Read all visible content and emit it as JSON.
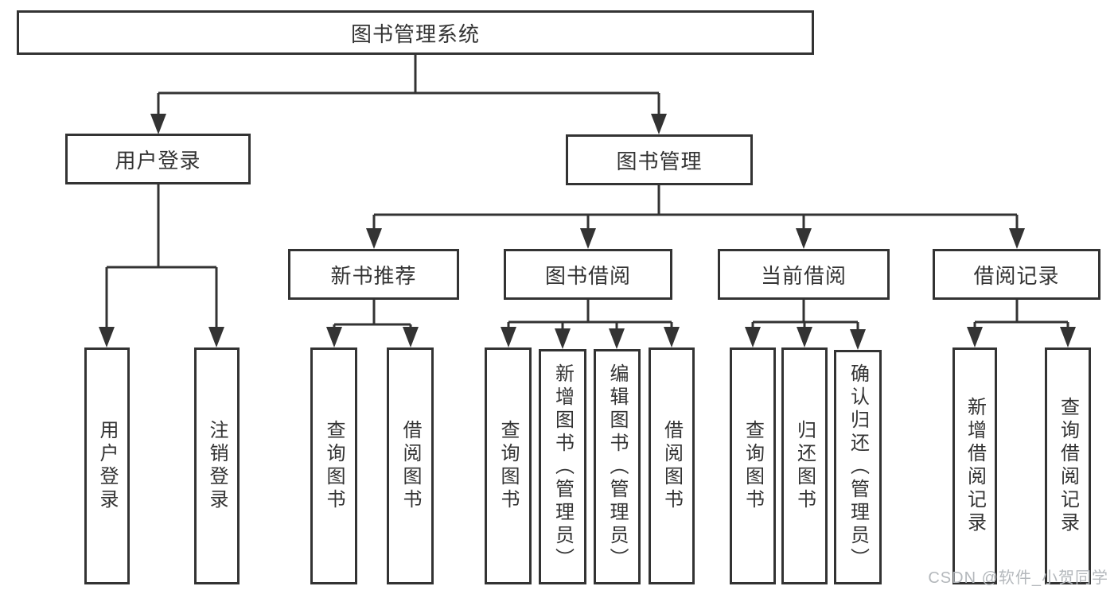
{
  "nodes": {
    "root": "图书管理系统",
    "user_login": "用户登录",
    "book_management": "图书管理",
    "new_book_recommendation": "新书推荐",
    "book_borrowing": "图书借阅",
    "current_borrowing": "当前借阅",
    "borrowing_records": "借阅记录"
  },
  "leaves": [
    {
      "label": "用户登录"
    },
    {
      "label": "注销登录"
    },
    {
      "label": "查询图书"
    },
    {
      "label": "借阅图书"
    },
    {
      "label": "查询图书"
    },
    {
      "label": "新增图书（管理员）"
    },
    {
      "label": "编辑图书（管理员）"
    },
    {
      "label": "借阅图书"
    },
    {
      "label": "查询图书"
    },
    {
      "label": "归还图书"
    },
    {
      "label": "确认归还（管理员）"
    },
    {
      "label": "新增借阅记录"
    },
    {
      "label": "查询借阅记录"
    }
  ],
  "watermark": "CSDN @软件_小贺同学",
  "colors": {
    "line": "#333333",
    "text": "#333333",
    "watermark": "#b4b8bc",
    "background": "#ffffff"
  }
}
